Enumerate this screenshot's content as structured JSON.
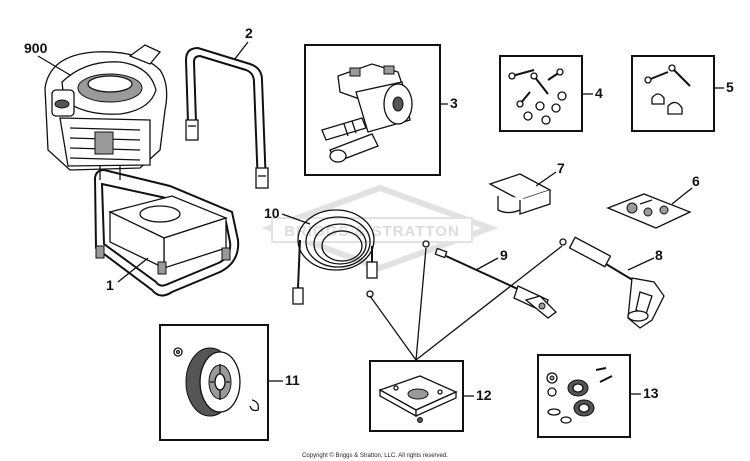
{
  "watermark": "BRIGGS & STRATTON",
  "copyright": "Copyright © Briggs & Stratton, LLC. All rights reserved.",
  "callouts": {
    "engine": "900",
    "frame": "1",
    "handle": "2",
    "pump": "3",
    "hardware_kit_a": "4",
    "hardware_kit_b": "5",
    "hardware_bag": "6",
    "wand_bracket": "7",
    "spray_gun": "8",
    "wand": "9",
    "hose": "10",
    "wheel_kit": "11",
    "foot_kit": "12",
    "axle_kit": "13"
  }
}
